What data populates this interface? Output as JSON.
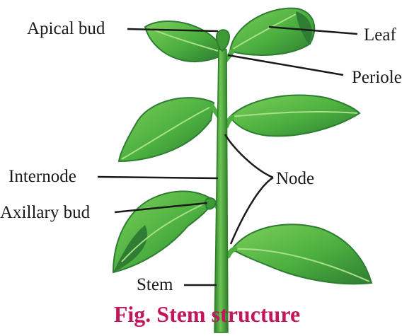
{
  "labels": {
    "apical_bud": "Apical bud",
    "leaf": "Leaf",
    "periole": "Periole",
    "internode": "Internode",
    "node": "Node",
    "axillary_bud": "Axillary bud",
    "stem": "Stem"
  },
  "caption": "Fig. Stem structure",
  "colors": {
    "caption": "#c2185b",
    "leaf_fill": "#4caf3f",
    "leaf_dark": "#2e7d32",
    "leaf_light": "#7ccf5a",
    "stem": "#5cb548",
    "stem_dark": "#2f7d2a",
    "leader_line": "#1a1a1a"
  }
}
